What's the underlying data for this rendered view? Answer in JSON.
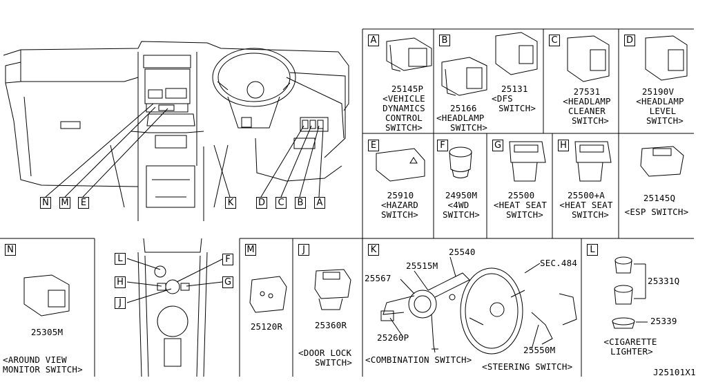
{
  "diagram_id": "J25101X1",
  "panels": {
    "A": {
      "letter": "A",
      "part": "25145P",
      "caption": [
        "<VEHICLE",
        "DYNAMICS",
        "CONTROL",
        "SWITCH>"
      ]
    },
    "B": {
      "letter": "B",
      "parts": [
        {
          "part": "25166",
          "caption": [
            "<HEADLAMP",
            "SWITCH>"
          ]
        },
        {
          "part": "25131",
          "caption": [
            "<DFS",
            "SWITCH>"
          ]
        }
      ]
    },
    "C": {
      "letter": "C",
      "part": "27531",
      "caption": [
        "<HEADLAMP",
        "CLEANER",
        "SWITCH>"
      ]
    },
    "D": {
      "letter": "D",
      "part": "25190V",
      "caption": [
        "<HEADLAMP",
        "LEVEL",
        "SWITCH>"
      ]
    },
    "E": {
      "letter": "E",
      "part": "25910",
      "caption": [
        "<HAZARD",
        "SWITCH>"
      ]
    },
    "F": {
      "letter": "F",
      "part": "24950M",
      "caption": [
        "<4WD",
        "SWITCH>"
      ]
    },
    "G": {
      "letter": "G",
      "part": "25500",
      "caption": [
        "<HEAT SEAT",
        "SWITCH>"
      ]
    },
    "H": {
      "letter": "H",
      "part": "25500+A",
      "caption": [
        "<HEAT SEAT",
        "SWITCH>"
      ]
    },
    "ESP": {
      "part": "25145Q",
      "caption": [
        "<ESP SWITCH>"
      ]
    },
    "N": {
      "letter": "N",
      "part": "25305M",
      "caption": [
        "<AROUND VIEW",
        "MONITOR SWITCH>"
      ]
    },
    "console": {
      "labels": [
        "L",
        "H",
        "J",
        "F",
        "G"
      ]
    },
    "M": {
      "letter": "M",
      "part": "25120R"
    },
    "J": {
      "letter": "J",
      "part": "25360R",
      "caption": [
        "<DOOR LOCK",
        "SWITCH>"
      ]
    },
    "K": {
      "letter": "K",
      "parts": [
        "25540",
        "25515M",
        "25567",
        "25260P",
        "25550M"
      ],
      "ref": "SEC.484",
      "caption_left": "<COMBINATION SWITCH>",
      "caption_right": "<STEERING SWITCH>"
    },
    "L": {
      "letter": "L",
      "parts": [
        "25331Q",
        "25339"
      ],
      "caption": [
        "<CIGARETTE",
        "LIGHTER>"
      ]
    }
  },
  "dash_labels": [
    "N",
    "M",
    "E",
    "K",
    "D",
    "C",
    "B",
    "A"
  ]
}
